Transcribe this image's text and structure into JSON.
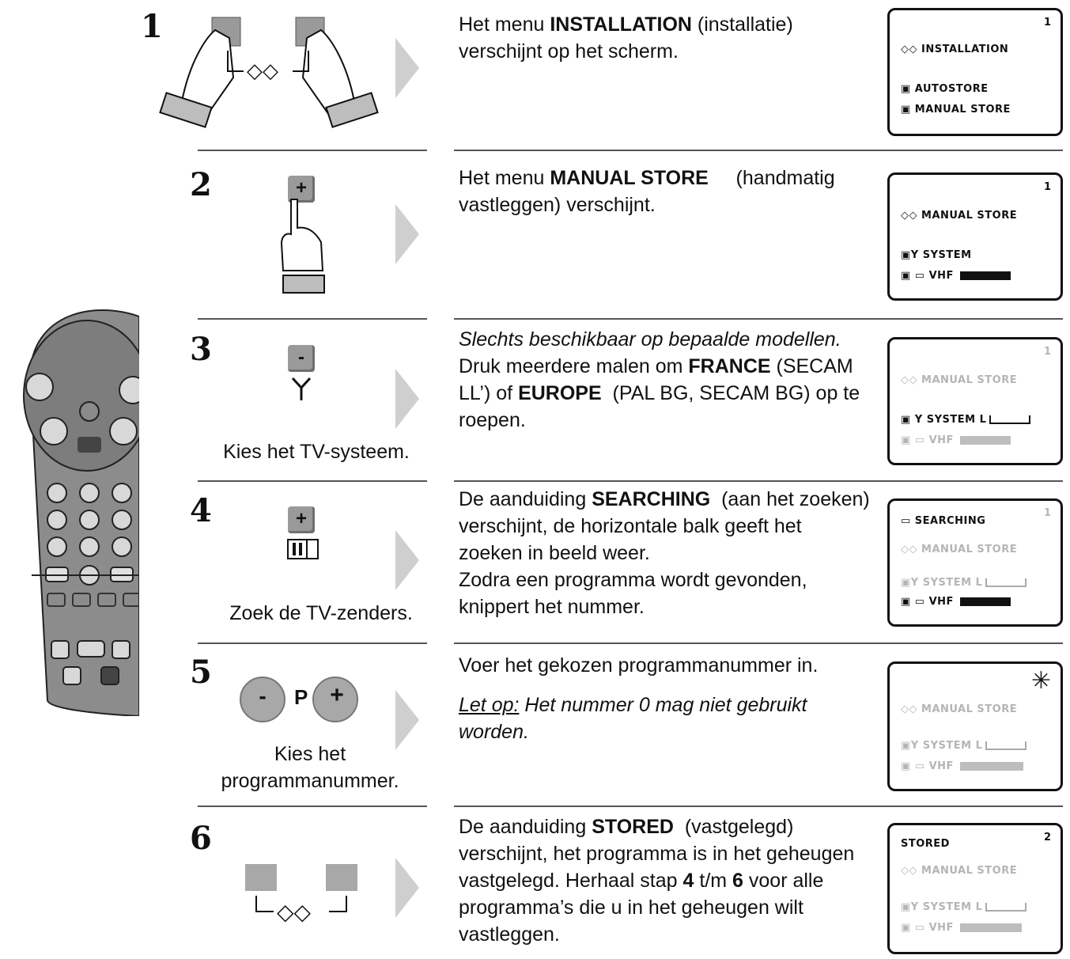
{
  "steps": [
    {
      "number": "1",
      "description_html": "Het menu <b>INSTALLATION</b> (installatie) verschijnt op het scherm.",
      "caption": "",
      "screen": {
        "page": "1",
        "lines": [
          "◇◇ INSTALLATION",
          "▣ AUTOSTORE",
          "▣ MANUAL STORE"
        ]
      }
    },
    {
      "number": "2",
      "description_html": "Het menu <b>MANUAL STORE</b> &nbsp;&nbsp;&nbsp;&nbsp;(handmatig vastleggen) verschijnt.",
      "caption": "",
      "screen": {
        "page": "1",
        "lines": [
          "◇◇ MANUAL STORE",
          "▣Y SYSTEM",
          "▣ ▭ VHF"
        ]
      }
    },
    {
      "number": "3",
      "description_html": "<i>Slechts beschikbaar op bepaalde modellen.</i><br>Druk meerdere malen om <b>FRANCE</b> (SECAM LL’) of <b>EUROPE</b> &nbsp;(PAL BG, SECAM BG) op te roepen.",
      "caption": "Kies het TV-systeem.",
      "screen": {
        "page": "1",
        "lines": [
          "◇◇ MANUAL STORE",
          "▣ Y SYSTEM L",
          "▣ ▭ VHF"
        ]
      }
    },
    {
      "number": "4",
      "description_html": "De aanduiding <b>SEARCHING</b> &nbsp;(aan het zoeken) verschijnt, de horizontale balk geeft het zoeken in beeld weer.<br>Zodra een programma wordt gevonden, knippert het nummer.",
      "caption": "Zoek de TV-zenders.",
      "screen": {
        "page": "1",
        "lines": [
          "▭ SEARCHING",
          "◇◇ MANUAL STORE",
          "▣Y SYSTEM L",
          "▣ ▭ VHF"
        ]
      }
    },
    {
      "number": "5",
      "description_html": "Voer het gekozen programmanummer in.<br><span style=\"display:block;height:16px\"></span><i><u>Let op:</u> Het nummer 0 mag niet gebruikt worden.</i>",
      "caption": "Kies het programmanummer.",
      "screen": {
        "page": "",
        "lines": [
          "◇◇ MANUAL STORE",
          "▣Y SYSTEM L",
          "▣ ▭ VHF"
        ]
      }
    },
    {
      "number": "6",
      "description_html": "De aanduiding <b>STORED</b> &nbsp;(vastgelegd) verschijnt, het programma is in het geheugen vastgelegd. Herhaal stap <b>4</b> t/m <b>6</b> voor alle programma’s die u in het geheugen wilt vastleggen.",
      "caption": "",
      "screen": {
        "page": "2",
        "lines": [
          "STORED",
          "◇◇ MANUAL STORE",
          "▣Y SYSTEM L",
          "▣ ▭ VHF"
        ]
      }
    }
  ],
  "keys": {
    "minus": "-",
    "plus": "+",
    "p": "P"
  }
}
